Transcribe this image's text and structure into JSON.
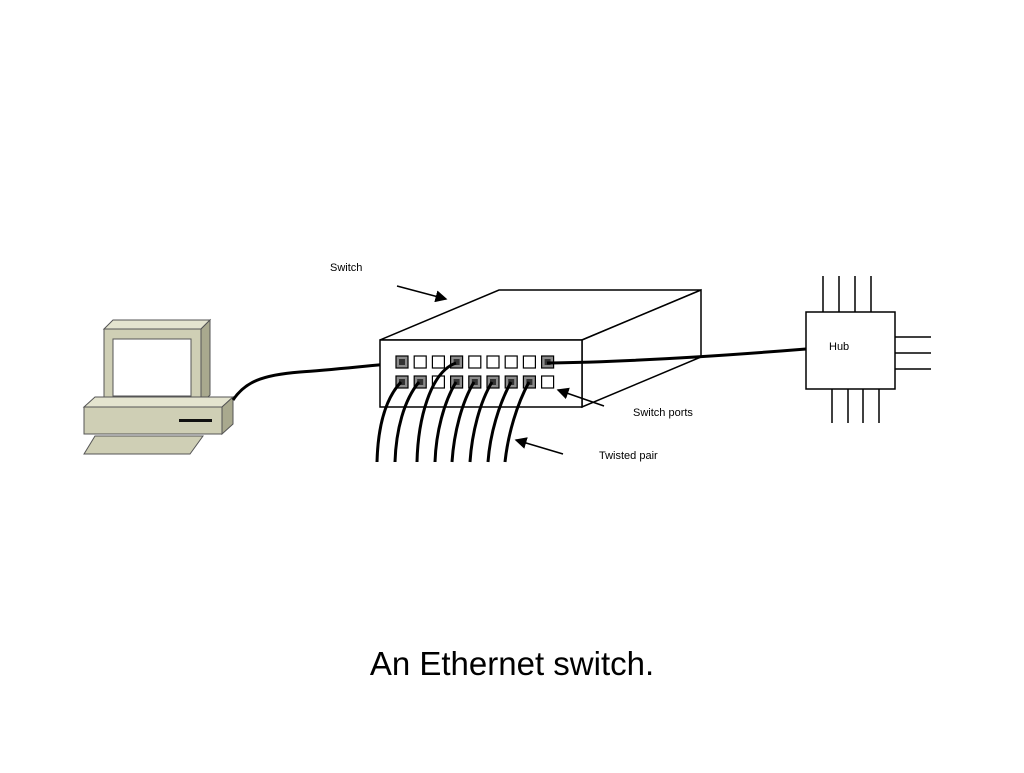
{
  "labels": {
    "switch": "Switch",
    "hub": "Hub",
    "switch_ports": "Switch ports",
    "twisted_pair": "Twisted pair"
  },
  "caption": "An Ethernet switch.",
  "colors": {
    "line": "#000000",
    "computer_body": "#cfcfb5",
    "computer_shade": "#a9a98e",
    "screen": "#ffffff",
    "port_connected": "#8c8c8c"
  },
  "ports": {
    "top_row_connected": [
      true,
      false,
      false,
      true,
      false,
      false,
      false,
      false,
      true
    ],
    "bottom_row_connected": [
      true,
      true,
      false,
      true,
      true,
      true,
      true,
      true,
      false
    ]
  }
}
